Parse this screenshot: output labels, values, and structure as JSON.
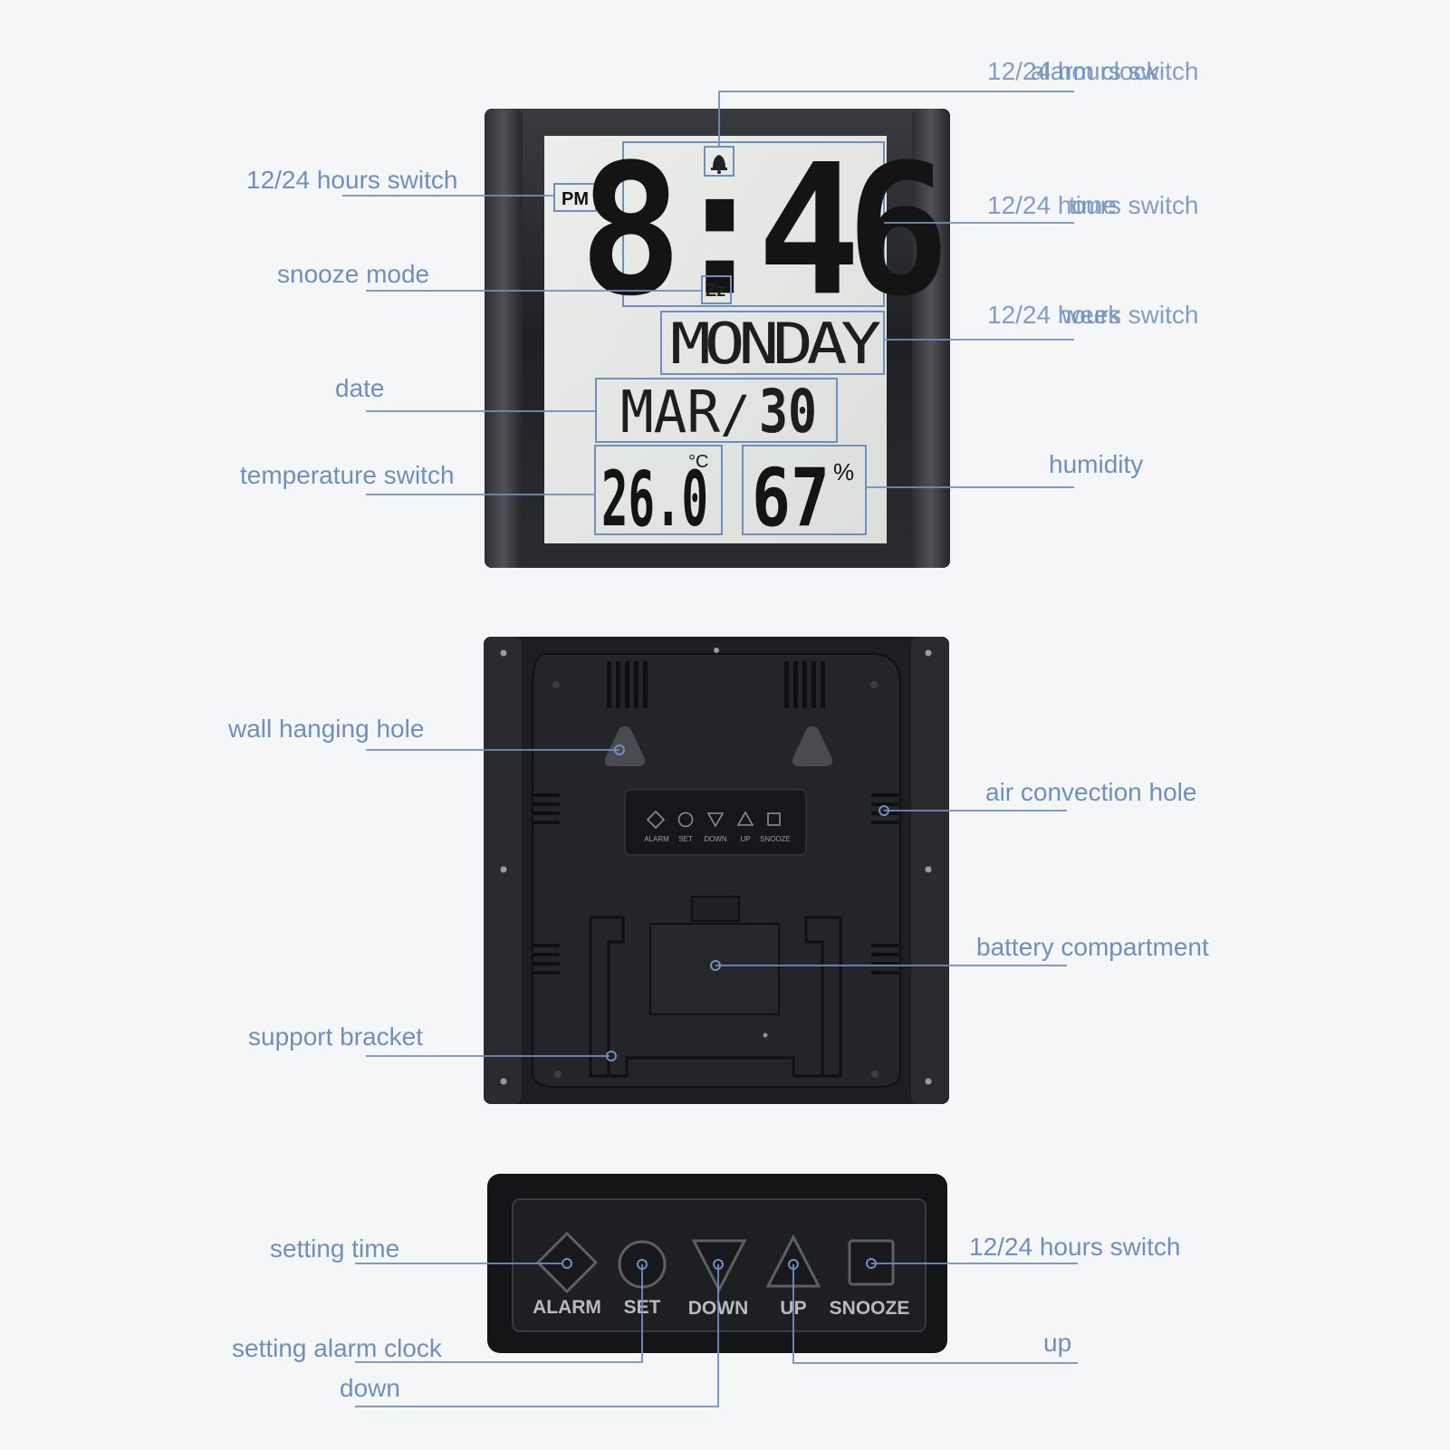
{
  "colors": {
    "accent": "#6f8fbe",
    "background": "#f5f6f7",
    "device_body": "#1c1d20",
    "lcd": "#e4e6e4",
    "lcd_digits": "#141414"
  },
  "display": {
    "time": "8:46",
    "am_pm": "PM",
    "weekday": "MONDAY",
    "date_month": "MAR",
    "date_sep": "/",
    "date_day": "30",
    "temperature": "26.0",
    "temp_unit": "°C",
    "humidity": "67",
    "humidity_unit": "%",
    "snooze_icon_text": "Zz",
    "alarm_icon": "bell-icon"
  },
  "back_panel": {
    "button_labels": [
      "ALARM",
      "SET",
      "DOWN",
      "UP",
      "SNOOZE"
    ]
  },
  "bottom_panel": {
    "buttons": [
      {
        "label": "ALARM",
        "icon": "diamond-icon"
      },
      {
        "label": "SET",
        "icon": "circle-icon"
      },
      {
        "label": "DOWN",
        "icon": "triangle-down-icon"
      },
      {
        "label": "UP",
        "icon": "triangle-up-icon"
      },
      {
        "label": "SNOOZE",
        "icon": "square-icon"
      }
    ]
  },
  "labels": {
    "pm": "12/24 hours switch",
    "snooze": "snooze mode",
    "date": "date",
    "temperature": "temperature switch",
    "alarm_clock_overlap_a": "12/24 hours switch",
    "alarm_clock_overlap_b": "alarm clock",
    "time_overlap_a": "12/24 hours switch",
    "time_overlap_b": "time",
    "week_overlap_a": "12/24 hours switch",
    "week_overlap_b": "week",
    "humidity": "humidity",
    "wall_hole": "wall hanging hole",
    "air_hole": "air convection hole",
    "battery": "battery compartment",
    "bracket": "support bracket",
    "setting_time": "setting time",
    "setting_alarm": "setting alarm clock",
    "down": "down",
    "snooze_switch": "12/24 hours switch",
    "up": "up"
  }
}
